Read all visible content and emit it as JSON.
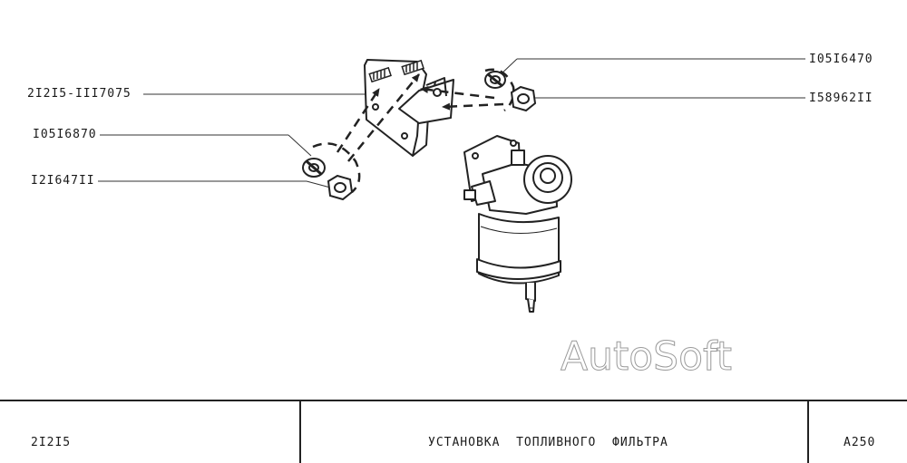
{
  "callouts": {
    "bracket": "2I2I5-III7075",
    "washer_left": "I05I6870",
    "nut_left": "I2I647II",
    "washer_right": "I05I6470",
    "nut_right": "I58962II"
  },
  "watermark": "AutoSoft",
  "title_block": {
    "model": "2I2I5",
    "title": "УСТАНОВКА  ТОПЛИВНОГО  ФИЛЬТРА",
    "sheet": "A250"
  }
}
